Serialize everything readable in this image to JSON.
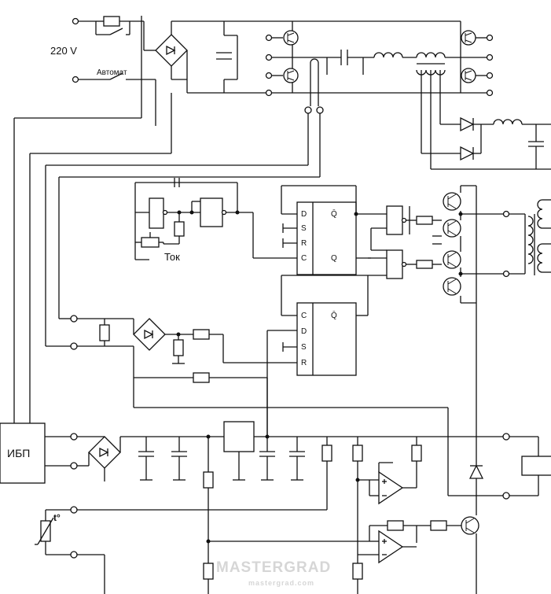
{
  "labels": {
    "mains_voltage": "220 V",
    "breaker": "Автомат",
    "current_sense": "Ток",
    "ups": "ИБП",
    "temp_sensor": "t°"
  },
  "flipflop_top": {
    "D": "D",
    "S": "S",
    "R": "R",
    "C": "C",
    "Qbar": "Q̄",
    "Q": "Q"
  },
  "flipflop_bottom": {
    "C": "C",
    "D": "D",
    "S": "S",
    "R": "R",
    "Qbar": "Q̄"
  },
  "watermark": {
    "main": "MASTERGRAD",
    "sub": "mastergrad.com"
  }
}
